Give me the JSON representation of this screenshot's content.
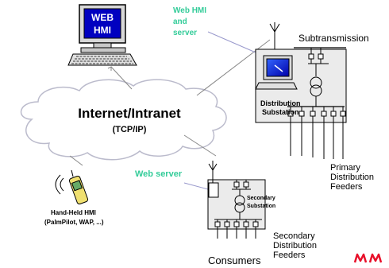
{
  "hmi": {
    "screen_line1": "WEB",
    "screen_line2": "HMI"
  },
  "web_hmi_server": {
    "line1": "Web HMI",
    "line2": "and",
    "line3": "server"
  },
  "subtransmission": "Subtransmission",
  "distribution_substation": {
    "line1": "Distribution",
    "line2": "Substation"
  },
  "internet": {
    "title": "Internet/Intranet",
    "subtitle": "(TCP/IP)"
  },
  "web_server": "Web server",
  "handheld": {
    "line1": "Hand-Held HMI",
    "line2": "(PalmPilot, WAP, ...)"
  },
  "secondary_substation": {
    "line1": "Secondary",
    "line2": "Substation"
  },
  "primary_feeders": {
    "line1": "Primary",
    "line2": "Distribution",
    "line3": "Feeders"
  },
  "secondary_feeders": {
    "line1": "Secondary",
    "line2": "Distribution",
    "line3": "Feeders"
  },
  "consumers": "Consumers",
  "colors": {
    "accent_label": "#33CC99",
    "logo": "#E8102A",
    "box_fill": "#EBEBEB",
    "link_line": "#9999CC"
  }
}
